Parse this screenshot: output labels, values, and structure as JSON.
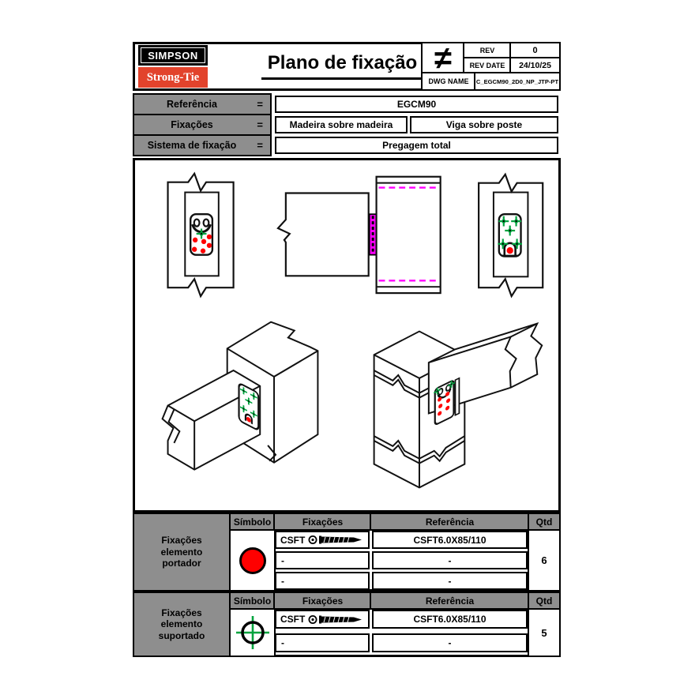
{
  "header": {
    "logo_line1": "SIMPSON",
    "logo_line2": "Strong-Tie",
    "title": "Plano de fixação",
    "symbol": "≠",
    "rev": {
      "label": "REV",
      "value": "0"
    },
    "rev_date": {
      "label": "REV DATE",
      "value": "24/10/25"
    },
    "dwg": {
      "label": "DWG NAME",
      "value": "C_EGCM90_2D0_NP_JTP-PT"
    }
  },
  "reference_table": {
    "rows": [
      {
        "label": "Referência",
        "eq": "=",
        "value1": "EGCM90"
      },
      {
        "label": "Fixações",
        "eq": "=",
        "value1": "Madeira sobre madeira",
        "value2": "Viga sobre poste"
      },
      {
        "label": "Sistema de fixação",
        "eq": "=",
        "value1": "Pregagem total"
      }
    ]
  },
  "portador_table": {
    "group_label": "Fixações elemento portador",
    "col_symbol": "Símbolo",
    "col_fixings": "Fixações",
    "col_reference": "Referência",
    "col_qty": "Qtd",
    "symbol_icon": "red-dot",
    "rows": [
      {
        "fixing": "CSFT",
        "reference": "CSFT6.0X85/110"
      },
      {
        "fixing": "-",
        "reference": "-"
      },
      {
        "fixing": "-",
        "reference": "-"
      }
    ],
    "qty": "6"
  },
  "suportado_table": {
    "group_label": "Fixações elemento suportado",
    "col_symbol": "Símbolo",
    "col_fixings": "Fixações",
    "col_reference": "Referência",
    "col_qty": "Qtd",
    "symbol_icon": "green-crosshair",
    "rows": [
      {
        "fixing": "CSFT",
        "reference": "CSFT6.0X85/110"
      },
      {
        "fixing": "-",
        "reference": "-"
      }
    ],
    "qty": "5"
  },
  "colors": {
    "logo_red": "#E2432C",
    "marker_red": "#FF0000",
    "marker_green": "#00A33E",
    "marker_magenta": "#FF00FF",
    "header_gray": "#8E8E8E"
  }
}
